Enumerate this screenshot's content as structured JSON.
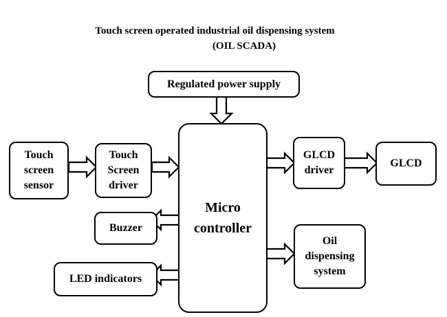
{
  "title": {
    "line1": "Touch screen operated industrial oil dispensing system",
    "line2": "(OIL SCADA)"
  },
  "blocks": {
    "power_supply": [
      "Regulated power supply"
    ],
    "touch_sensor": [
      "Touch",
      "screen",
      "sensor"
    ],
    "touch_driver": [
      "Touch",
      "Screen",
      "driver"
    ],
    "microcontroller": [
      "Micro",
      "controller"
    ],
    "glcd_driver": [
      "GLCD",
      "driver"
    ],
    "glcd": [
      "GLCD"
    ],
    "buzzer": [
      "Buzzer"
    ],
    "led_indicators": [
      "LED indicators"
    ],
    "oil_dispensing": [
      "Oil",
      "dispensing",
      "system"
    ]
  },
  "connections": [
    {
      "from": "power_supply",
      "to": "microcontroller"
    },
    {
      "from": "touch_sensor",
      "to": "touch_driver"
    },
    {
      "from": "touch_driver",
      "to": "microcontroller"
    },
    {
      "from": "microcontroller",
      "to": "glcd_driver"
    },
    {
      "from": "glcd_driver",
      "to": "glcd"
    },
    {
      "from": "microcontroller",
      "to": "buzzer"
    },
    {
      "from": "microcontroller",
      "to": "led_indicators"
    },
    {
      "from": "microcontroller",
      "to": "oil_dispensing"
    }
  ]
}
